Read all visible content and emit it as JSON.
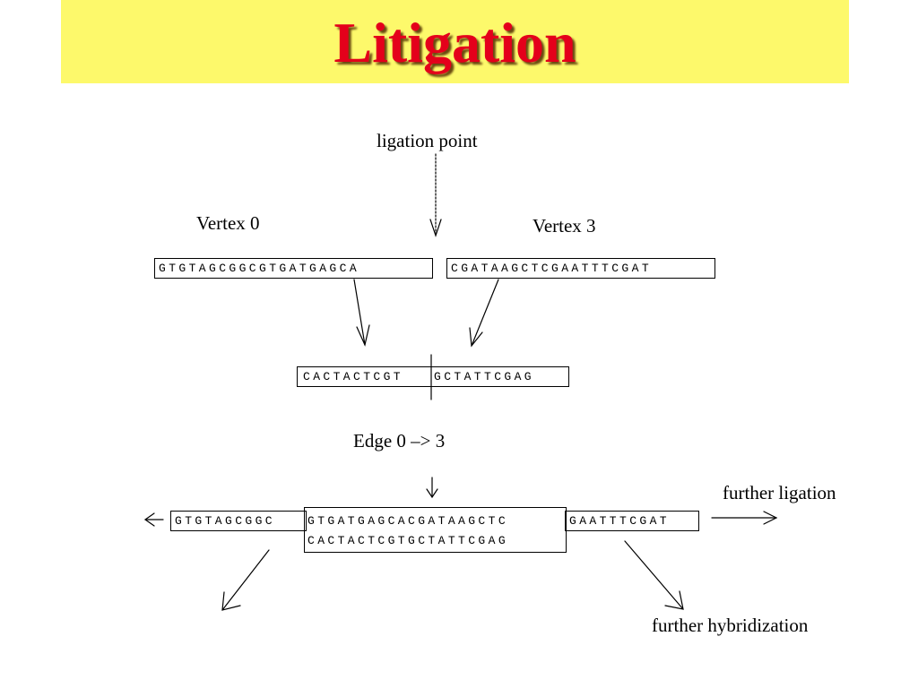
{
  "title": "Litigation",
  "labels": {
    "ligation_point": "ligation point",
    "vertex0": "Vertex 0",
    "vertex3": "Vertex 3",
    "edge": "Edge 0 –> 3",
    "further_ligation": "further ligation",
    "further_hybridization": "further hybridization"
  },
  "sequences": {
    "vertex0": "GTGTAGCGGCGTGATGAGCA",
    "vertex3": "CGATAAGCTCGAATTTCGAT",
    "edge_left": "CACTACTCGT",
    "edge_right": "GCTATTCGAG",
    "row_left": "GTGTAGCGGC",
    "row_mid_top": "GTGATGAGCACGATAAGCTC",
    "row_mid_bottom": "CACTACTCGTGCTATTCGAG",
    "row_right": "GAATTTCGAT"
  }
}
